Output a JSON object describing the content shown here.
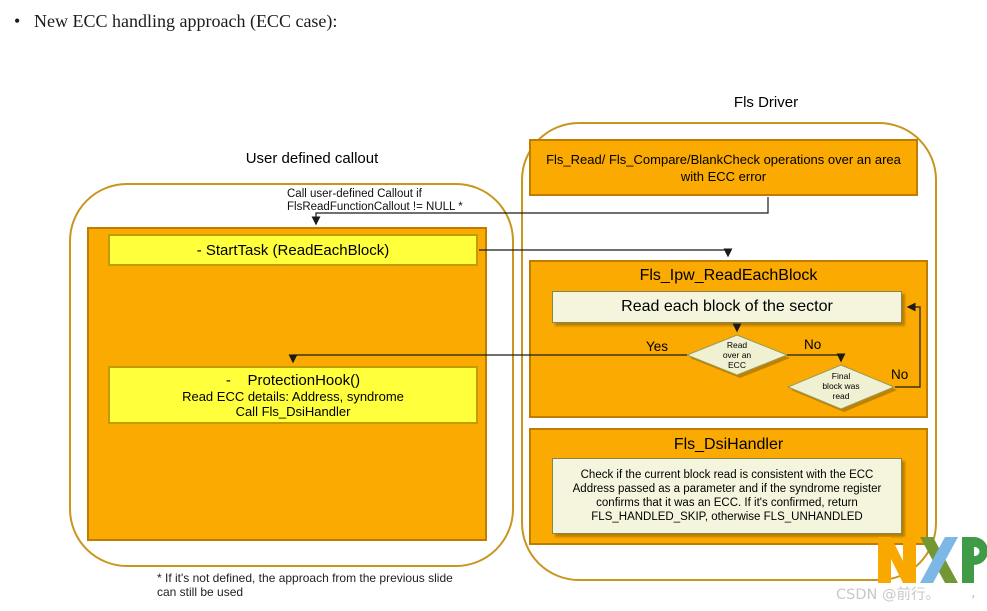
{
  "slide": {
    "bullet": "•",
    "heading": "New ECC handling approach (ECC case):"
  },
  "user_callout_group": {
    "title": "User defined callout",
    "note_lines": [
      "Call user-defined Callout if",
      "FlsReadFunctionCallout != NULL *"
    ],
    "start_task_label": "- StartTask (ReadEachBlock)",
    "protection_hook_lines": [
      "-    ProtectionHook()",
      "Read ECC details: Address, syndrome",
      "Call Fls_DsiHandler"
    ]
  },
  "fls_driver_group": {
    "title": "Fls Driver",
    "read_operations_label": "Fls_Read/ Fls_Compare/BlankCheck operations over an area with ECC error",
    "ipw_read_each_block": {
      "title": "Fls_Ipw_ReadEachBlock",
      "process_label": "Read each block of the sector",
      "ecc_decision_lines": [
        "Read",
        "over an",
        "ECC"
      ],
      "ecc_yes_label": "Yes",
      "ecc_no_label": "No",
      "final_decision_lines": [
        "Final",
        "block was",
        "read"
      ],
      "final_no_label": "No"
    },
    "dsi_handler": {
      "title": "Fls_DsiHandler",
      "description_lines": [
        "Check if the current block read is consistent with the ECC",
        "Address passed as a parameter and if the syndrome register",
        "confirms that it was an ECC. If it's confirmed, return",
        "FLS_HANDLED_SKIP, otherwise FLS_UNHANDLED"
      ]
    }
  },
  "footnote_lines": [
    "* If it's not defined, the approach from the previous slide",
    "can still be used"
  ],
  "branding": {
    "logo": "NXP"
  },
  "watermark": {
    "text": "CSDN @前行。",
    "comma": ","
  },
  "colors": {
    "orange_fill": "#FAAA00",
    "orange_border": "#BE7D00",
    "yellow_fill": "#FFFF3C",
    "yellow_border": "#C19E00",
    "cream_fill": "#F5F5DE",
    "cream_border": "#85854D",
    "container_border": "#C8951E",
    "connector": "#1A1A1A",
    "logo_orange": "#F9A800",
    "logo_olive": "#739833",
    "logo_blue": "#7CB7E5",
    "logo_green": "#3F9B45"
  }
}
